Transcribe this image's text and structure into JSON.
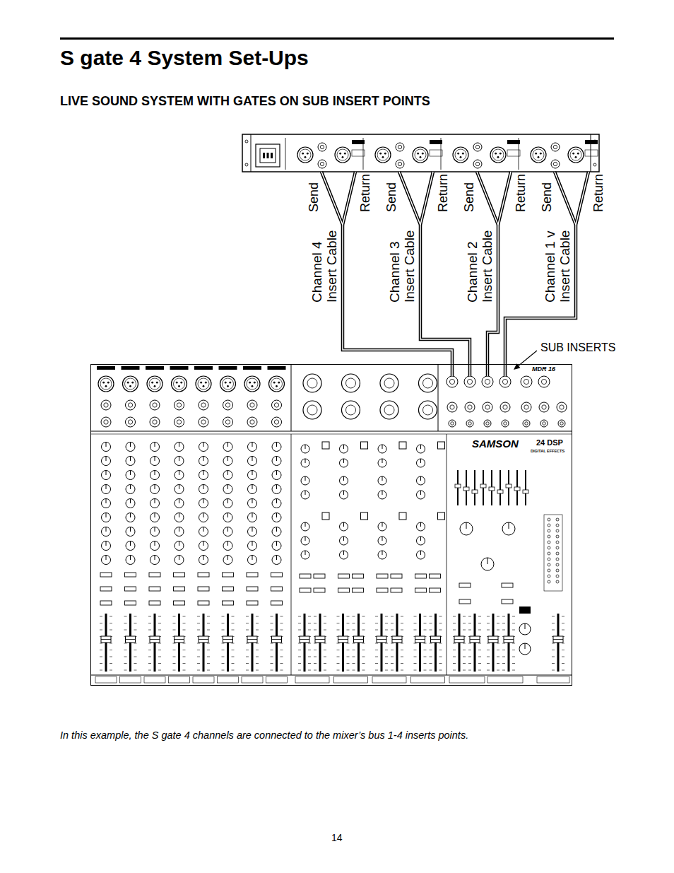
{
  "diagram": {
    "title": "S gate 4 System Set-Ups",
    "caption": "In this example, the S gate 4 channels are connected to the mixer’s bus 1-4 inserts points.",
    "nodes": [
      {
        "text": [
          "MDR 16",
          "SAMSON",
          "24 DSP",
          "DIGITAL EFFECTS"
        ]
      }
    ],
    "labels": [
      "LIVE SOUND SYSTEM WITH GATES ON SUB INSERT POINTS",
      "Send",
      "Return",
      "Send",
      "Return",
      "Send",
      "Return",
      "Send",
      "Return",
      "Channel 4 Insert Cable",
      "Channel 3 Insert Cable",
      "Channel 2 Insert Cable",
      "Channel 1 v Insert Cable",
      "SUB INSERTS",
      "14"
    ]
  }
}
